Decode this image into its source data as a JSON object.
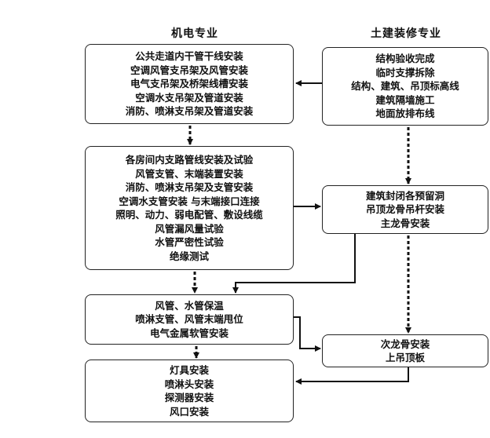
{
  "headers": {
    "left": "机电专业",
    "right": "土建装修专业"
  },
  "mep_boxes": [
    {
      "id": "m1",
      "lines": [
        "公共走道内干管干线安装",
        "空调风管支吊架及风管安装",
        "电气支吊架及桥架线槽安装",
        "空调水支吊架及管道安装",
        "消防、喷淋支吊架及管道安装"
      ]
    },
    {
      "id": "m2",
      "lines": [
        "各房间内支路管线安装及试验",
        "风管支管、末端装置安装",
        "消防、喷淋支吊架及支管安装",
        "空调水支管安装 与末端接口连接",
        "照明、动力、弱电配管、敷设线缆",
        "风管漏风量试验",
        "水管严密性试验",
        "绝缘测试"
      ]
    },
    {
      "id": "m3",
      "lines": [
        "风管、水管保温",
        "喷淋支管、风管末端甩位",
        "电气金属软管安装"
      ]
    },
    {
      "id": "m4",
      "lines": [
        "灯具安装",
        "喷淋头安装",
        "探测器安装",
        "风口安装"
      ]
    }
  ],
  "civil_boxes": [
    {
      "id": "c1",
      "lines": [
        "结构验收完成",
        "临时支撑拆除",
        "结构、建筑、吊顶标高线",
        "建筑隔墙施工",
        "地面放排布线"
      ]
    },
    {
      "id": "c2",
      "lines": [
        "建筑封闭各预留洞",
        "吊顶龙骨吊杆安装",
        "主龙骨安装"
      ]
    },
    {
      "id": "c3",
      "lines": [
        "次龙骨安装",
        "上吊顶板"
      ]
    }
  ]
}
